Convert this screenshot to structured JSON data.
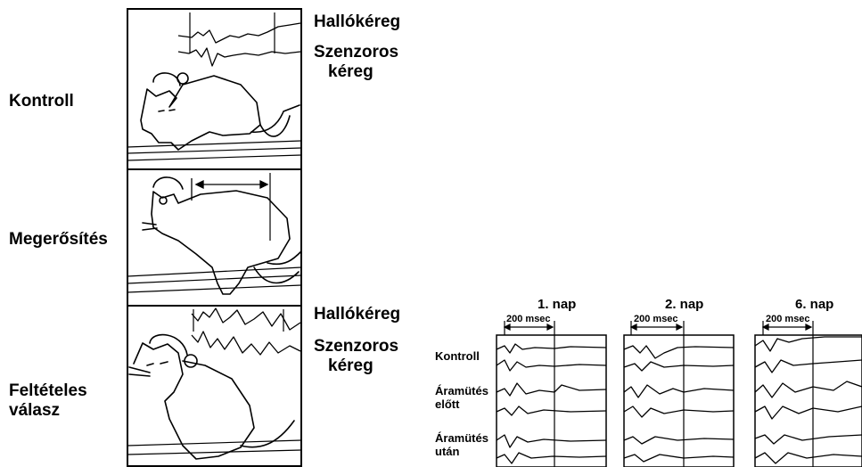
{
  "left_figure": {
    "rows": [
      {
        "label": "Kontroll"
      },
      {
        "label": "Megerősítés"
      },
      {
        "label_lines": [
          "Feltételes",
          "válasz"
        ]
      }
    ],
    "trace_labels_top": {
      "first": "Hallókéreg",
      "second_lines": [
        "Szenzoros",
        "kéreg"
      ]
    },
    "trace_labels_bottom": {
      "first": "Hallókéreg",
      "second_lines": [
        "Szenzoros",
        "kéreg"
      ]
    }
  },
  "right_figure": {
    "days": [
      "1. nap",
      "2. nap",
      "6. nap"
    ],
    "timescale": "200 msec",
    "row_labels": {
      "kontroll": "Kontroll",
      "before_lines": [
        "Áramütés",
        "előtt"
      ],
      "after_lines": [
        "Áramütés",
        "után"
      ]
    }
  },
  "icons": {
    "cat": "cat-illustration",
    "electrode": "electrode-wire"
  }
}
